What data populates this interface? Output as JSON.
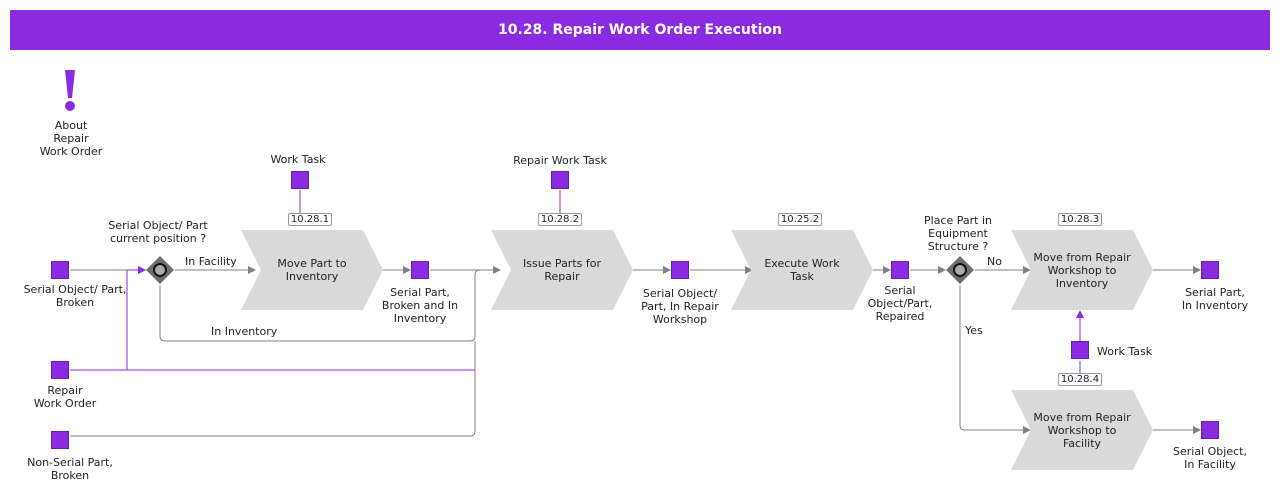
{
  "title": "10.28. Repair Work Order Execution",
  "about": "About\nRepair\nWork Order",
  "gateways": {
    "g1_question": "Serial Object/ Part\ncurrent position ?",
    "g2_question": "Place Part in\nEquipment\nStructure ?"
  },
  "flow_labels": {
    "in_facility": "In Facility",
    "in_inventory": "In Inventory",
    "no": "No",
    "yes": "Yes"
  },
  "activities": {
    "a1": "Move Part to\nInventory",
    "a2": "Issue Parts for\nRepair",
    "a3": "Execute Work\nTask",
    "a4": "Move from Repair\nWorkshop to\nInventory",
    "a5": "Move from Repair\nWorkshop to\nFacility"
  },
  "tags": {
    "t1": "10.28.1",
    "t2": "10.28.2",
    "t3": "10.25.2",
    "t4": "10.28.3",
    "t5": "10.28.4"
  },
  "objects": {
    "serial_broken": "Serial Object/ Part,\nBroken",
    "repair_wo": "Repair\nWork Order",
    "nonserial_broken": "Non-Serial Part,\nBroken",
    "work_task_1": "Work Task",
    "repair_work_task": "Repair Work Task",
    "serial_broken_inv": "Serial Part,\nBroken and In\nInventory",
    "serial_in_workshop": "Serial Object/\nPart, In Repair\nWorkshop",
    "serial_repaired": "Serial\nObject/Part,\nRepaired",
    "serial_in_inventory": "Serial Part,\nIn Inventory",
    "work_task_2": "Work Task",
    "serial_in_facility": "Serial Object,\nIn Facility"
  },
  "colors": {
    "header": "#8a2be2",
    "object": "#8a2be2",
    "activity": "#d9d9d9",
    "gateway": "#707070",
    "connector": "#808080",
    "association": "#8a2be2"
  }
}
